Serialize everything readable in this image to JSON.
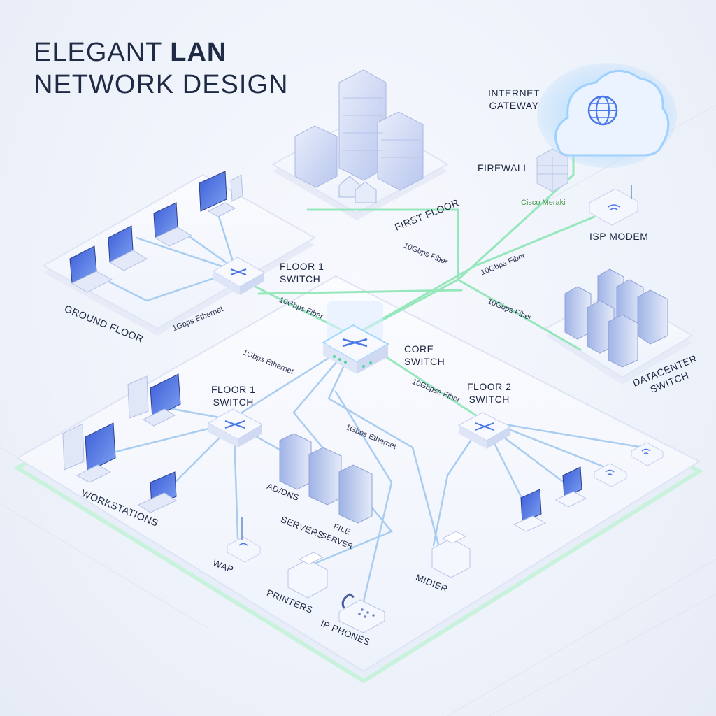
{
  "title": {
    "line1_prefix": "ELEGANT ",
    "line1_bold": "LAN",
    "line2": "NETWORK DESIGN"
  },
  "nodes": {
    "internet_gateway": "INTERNET\nGATEWAY",
    "firewall": "FIREWALL",
    "cisco_meraki": "Cisco Meraki",
    "isp_modem": "ISP MODEM",
    "first_floor": "FIRST FLOOR",
    "ground_floor": "GROUND FLOOR",
    "floor1_switch_top": "FLOOR 1\nSWITCH",
    "core_switch": "CORE\nSWITCH",
    "floor1_switch_main": "FLOOR 1\nSWITCH",
    "floor2_switch": "FLOOR 2\nSWITCH",
    "datacenter_switch": "DATACENTER\nSWITCH",
    "workstations": "WORKSTATIONS",
    "ad_dns": "AD/DNS",
    "servers": "SERVERS",
    "file_server": "FILE\nSERVER",
    "wap": "WAP",
    "printers": "PRINTERS",
    "ip_phones": "IP PHONES",
    "midier": "MIDIER"
  },
  "links": {
    "fiber_a": "10Gbps Fiber",
    "fiber_b": "10Gbpe Fiber",
    "fiber_c": "10Gbps Fiber",
    "fiber_d": "10Gbps Fiber",
    "fiber_e": "10Gbpse Fiber",
    "eth_a": "1Gbps Ethernet",
    "eth_b": "1Gbps Ethernet",
    "eth_c": "1Gbps Ethernet"
  },
  "colors": {
    "fiber": "#7fe3b0",
    "ethernet": "#9cc6ef",
    "accent": "#4a78e6",
    "platform": "#f4f6fc"
  }
}
